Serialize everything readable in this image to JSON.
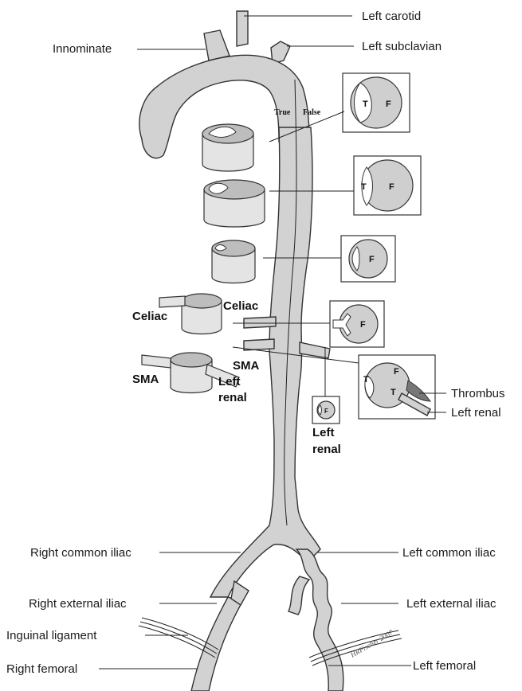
{
  "labels": {
    "left_carotid": "Left carotid",
    "innominate": "Innominate",
    "left_subclavian": "Left subclavian",
    "true": "True",
    "false": "False",
    "celiac": "Celiac",
    "sma": "SMA",
    "left_renal_1": "Left",
    "left_renal_2": "renal",
    "thrombus": "Thrombus",
    "left_renal": "Left renal",
    "right_common_iliac": "Right common iliac",
    "left_common_iliac": "Left common iliac",
    "right_external_iliac": "Right external iliac",
    "left_external_iliac": "Left external iliac",
    "inguinal_ligament": "Inguinal ligament",
    "right_femoral": "Right femoral",
    "left_femoral": "Left femoral"
  },
  "insets": {
    "i1_true": "T",
    "i1_false": "F",
    "i2_true": "T",
    "i2_false": "F",
    "i3_false": "F",
    "i4_false": "F",
    "i5_true": "T",
    "i5_false": "F",
    "i6_false": "F"
  },
  "signature": "HRFischer 2007"
}
